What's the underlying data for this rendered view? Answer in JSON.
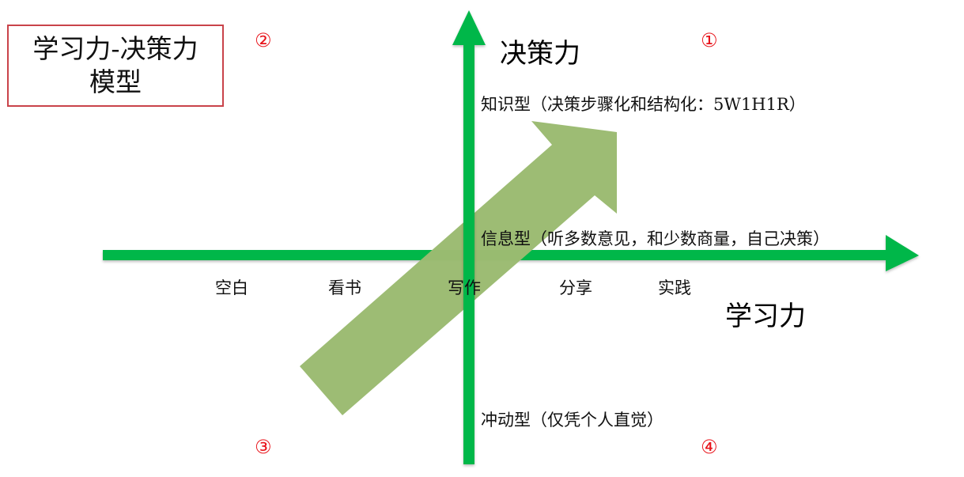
{
  "title": {
    "line1": "学习力-决策力",
    "line2": "模型"
  },
  "axes": {
    "y_label": "决策力",
    "x_label": "学习力",
    "color": "#00b74a"
  },
  "quadrant_markers": {
    "q1": "①",
    "q2": "②",
    "q3": "③",
    "q4": "④",
    "color": "#e8141b"
  },
  "x_ticks": [
    "空白",
    "看书",
    "写作",
    "分享",
    "实践"
  ],
  "levels": {
    "knowledge": "知识型（决策步骤化和结构化：5W1H1R）",
    "information": "信息型（听多数意见，和少数商量，自己决策）",
    "impulsive": "冲动型（仅凭个人直觉）"
  },
  "growth_arrow": {
    "color": "#9bbb71",
    "direction": "bottom-left to top-right"
  }
}
